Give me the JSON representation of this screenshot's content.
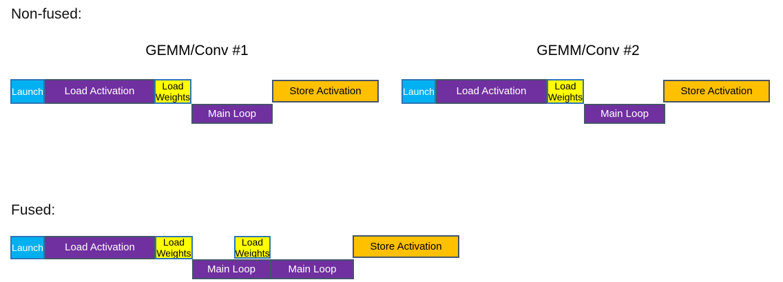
{
  "colors": {
    "launch_fill": "#00B0F0",
    "launch_border": "#2E75B6",
    "purple_fill": "#7030A0",
    "purple_border": "#44546A",
    "weights_fill": "#FFFF00",
    "weights_border": "#2E75B6",
    "store_fill": "#FFC000",
    "store_border": "#44546A",
    "label_text": "#111111",
    "light_text": "#FFFFFF",
    "dark_text": "#000000"
  },
  "non_fused": {
    "label": "Non-fused:",
    "group1": {
      "title": "GEMM/Conv #1",
      "launch": "Launch",
      "load_activation": "Load Activation",
      "load_weights": "Load Weights",
      "main_loop": "Main Loop",
      "store_activation": "Store Activation"
    },
    "group2": {
      "title": "GEMM/Conv #2",
      "launch": "Launch",
      "load_activation": "Load Activation",
      "load_weights": "Load Weights",
      "main_loop": "Main Loop",
      "store_activation": "Store Activation"
    }
  },
  "fused": {
    "label": "Fused:",
    "launch": "Launch",
    "load_activation": "Load Activation",
    "load_weights_1": "Load Weights",
    "load_weights_2": "Load Weights",
    "main_loop_1": "Main Loop",
    "main_loop_2": "Main Loop",
    "store_activation": "Store Activation"
  }
}
